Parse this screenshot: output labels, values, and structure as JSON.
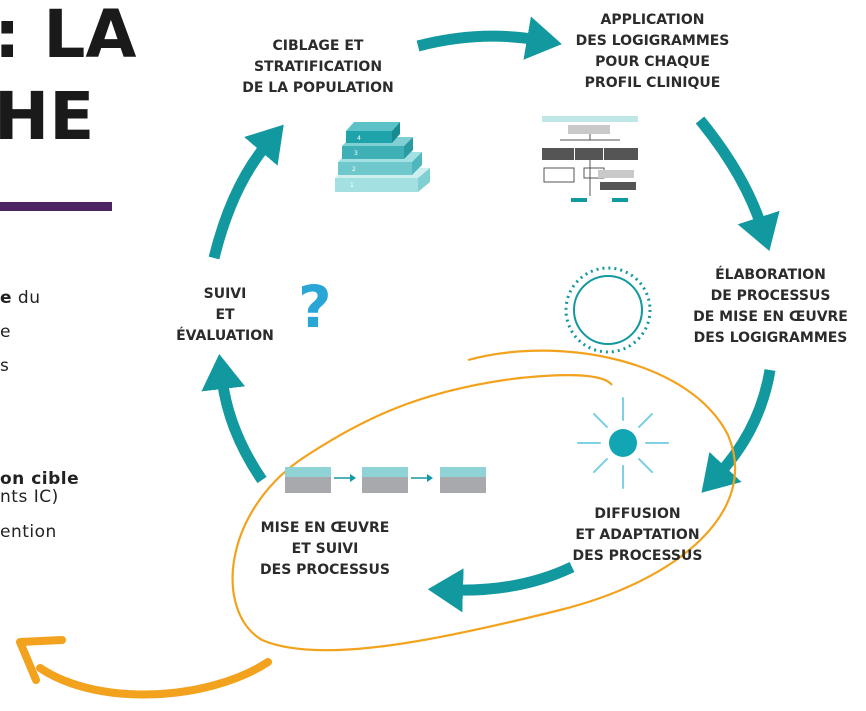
{
  "title": {
    "line1": ": LA",
    "line2": "HE"
  },
  "side_text": {
    "line1_bold": "e",
    "line1_rest": " du",
    "line2": "e",
    "line3": "s",
    "line4_bold": "on cible",
    "line5": "nts IC)",
    "line6": "ention"
  },
  "steps": {
    "ciblage": [
      "CIBLAGE ET",
      "STRATIFICATION",
      "DE LA POPULATION"
    ],
    "application": [
      "APPLICATION",
      "DES LOGIGRAMMES",
      "POUR CHAQUE",
      "PROFIL CLINIQUE"
    ],
    "elaboration": [
      "ÉLABORATION",
      "DE PROCESSUS",
      "DE MISE EN ŒUVRE",
      "DES LOGIGRAMMES"
    ],
    "diffusion": [
      "DIFFUSION",
      "ET ADAPTATION",
      "DES PROCESSUS"
    ],
    "mise_en_oeuvre": [
      "MISE EN ŒUVRE",
      "ET SUIVI",
      "DES PROCESSUS"
    ],
    "suivi": [
      "SUIVI",
      "ET",
      "ÉVALUATION"
    ]
  },
  "pyramid_levels": [
    "4",
    "3",
    "2",
    "1"
  ],
  "question_mark": "?",
  "colors": {
    "teal": "#12999f",
    "orange": "#f2a21c",
    "purple": "#4b2461",
    "light_teal": "#8fd3d6",
    "grey": "#a7a9ac"
  }
}
